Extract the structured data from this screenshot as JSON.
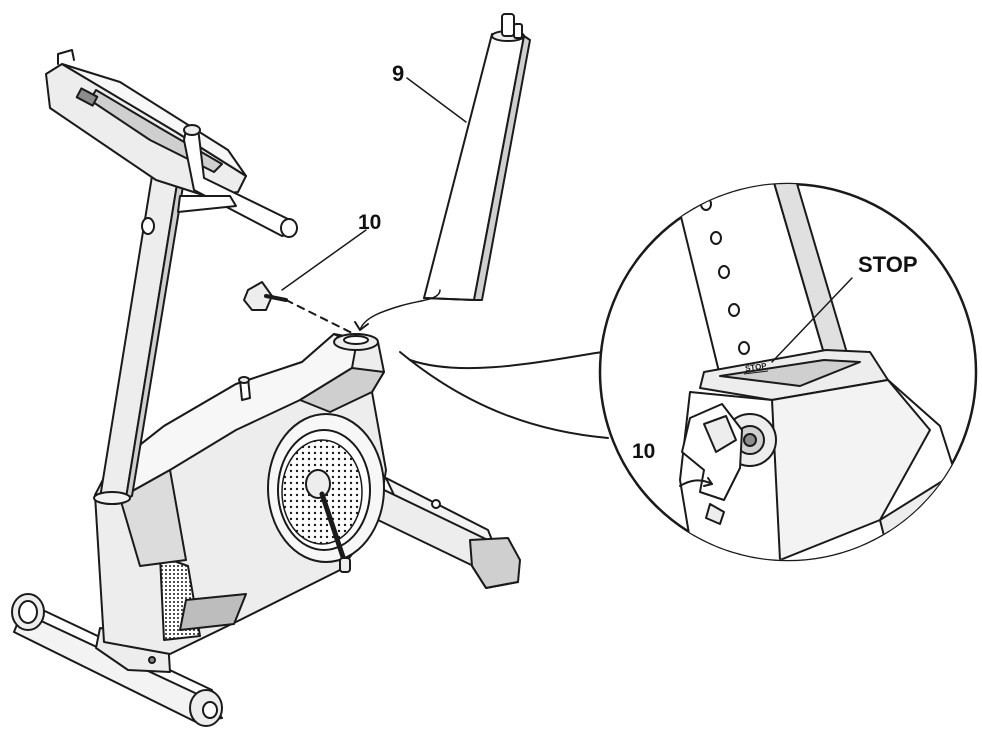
{
  "callouts": {
    "part_9": "9",
    "part_10_main": "10",
    "stop_label": "STOP",
    "part_10_detail": "10"
  },
  "tube_stamp": "STOP",
  "colors": {
    "line": "#1a1a1a",
    "body_fill": "#ededed",
    "shade_fill": "#cfcfcf",
    "dark_fill": "#8c8c8c",
    "background": "#ffffff"
  }
}
